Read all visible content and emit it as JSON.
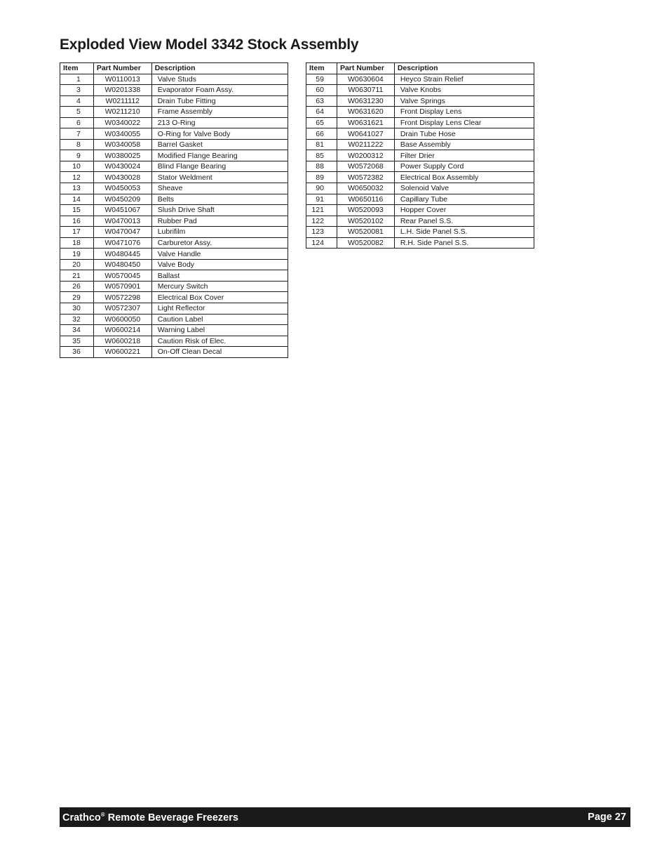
{
  "title": "Exploded View Model 3342 Stock Assembly",
  "table_headers": {
    "item": "Item",
    "part_number": "Part Number",
    "description": "Description"
  },
  "parts_left": [
    {
      "item": "1",
      "part_number": "W0110013",
      "description": "Valve Studs"
    },
    {
      "item": "3",
      "part_number": "W0201338",
      "description": "Evaporator Foam Assy."
    },
    {
      "item": "4",
      "part_number": "W0211112",
      "description": "Drain Tube Fitting"
    },
    {
      "item": "5",
      "part_number": "W0211210",
      "description": "Frame Assembly"
    },
    {
      "item": "6",
      "part_number": "W0340022",
      "description": "213 O-Ring"
    },
    {
      "item": "7",
      "part_number": "W0340055",
      "description": "O-Ring for Valve Body"
    },
    {
      "item": "8",
      "part_number": "W0340058",
      "description": "Barrel Gasket"
    },
    {
      "item": "9",
      "part_number": "W0380025",
      "description": "Modified Flange Bearing"
    },
    {
      "item": "10",
      "part_number": "W0430024",
      "description": "Blind Flange Bearing"
    },
    {
      "item": "12",
      "part_number": "W0430028",
      "description": "Stator Weldment"
    },
    {
      "item": "13",
      "part_number": "W0450053",
      "description": "Sheave"
    },
    {
      "item": "14",
      "part_number": "W0450209",
      "description": "Belts"
    },
    {
      "item": "15",
      "part_number": "W0451067",
      "description": "Slush Drive Shaft"
    },
    {
      "item": "16",
      "part_number": "W0470013",
      "description": "Rubber Pad"
    },
    {
      "item": "17",
      "part_number": "W0470047",
      "description": "Lubrifilm"
    },
    {
      "item": "18",
      "part_number": "W0471076",
      "description": "Carburetor Assy."
    },
    {
      "item": "19",
      "part_number": "W0480445",
      "description": "Valve Handle"
    },
    {
      "item": "20",
      "part_number": "W0480450",
      "description": "Valve Body"
    },
    {
      "item": "21",
      "part_number": "W0570045",
      "description": "Ballast"
    },
    {
      "item": "26",
      "part_number": "W0570901",
      "description": "Mercury Switch"
    },
    {
      "item": "29",
      "part_number": "W0572298",
      "description": "Electrical Box Cover"
    },
    {
      "item": "30",
      "part_number": "W0572307",
      "description": "Light Reflector"
    },
    {
      "item": "32",
      "part_number": "W0600050",
      "description": "Caution Label"
    },
    {
      "item": "34",
      "part_number": "W0600214",
      "description": "Warning Label"
    },
    {
      "item": "35",
      "part_number": "W0600218",
      "description": "Caution Risk of Elec."
    },
    {
      "item": "36",
      "part_number": "W0600221",
      "description": "On-Off Clean Decal"
    }
  ],
  "parts_right": [
    {
      "item": "59",
      "part_number": "W0630604",
      "description": "Heyco Strain Relief"
    },
    {
      "item": "60",
      "part_number": "W0630711",
      "description": "Valve Knobs"
    },
    {
      "item": "63",
      "part_number": "W0631230",
      "description": "Valve Springs"
    },
    {
      "item": "64",
      "part_number": "W0631620",
      "description": "Front Display Lens"
    },
    {
      "item": "65",
      "part_number": "W0631621",
      "description": "Front Display Lens Clear"
    },
    {
      "item": "66",
      "part_number": "W0641027",
      "description": "Drain Tube Hose"
    },
    {
      "item": "81",
      "part_number": "W0211222",
      "description": "Base Assembly"
    },
    {
      "item": "85",
      "part_number": "W0200312",
      "description": "Filter Drier"
    },
    {
      "item": "88",
      "part_number": "W0572068",
      "description": "Power Supply Cord"
    },
    {
      "item": "89",
      "part_number": "W0572382",
      "description": "Electrical Box Assembly"
    },
    {
      "item": "90",
      "part_number": "W0650032",
      "description": "Solenoid Valve"
    },
    {
      "item": "91",
      "part_number": "W0650116",
      "description": "Capillary Tube"
    },
    {
      "item": "121",
      "part_number": "W0520093",
      "description": "Hopper Cover"
    },
    {
      "item": "122",
      "part_number": "W0520102",
      "description": "Rear Panel S.S."
    },
    {
      "item": "123",
      "part_number": "W0520081",
      "description": "L.H. Side Panel S.S."
    },
    {
      "item": "124",
      "part_number": "W0520082",
      "description": "R.H. Side Panel S.S."
    }
  ],
  "footer": {
    "brand": "Crathco",
    "registered_mark": "®",
    "subtitle": " Remote Beverage Freezers",
    "page": "Page 27"
  }
}
